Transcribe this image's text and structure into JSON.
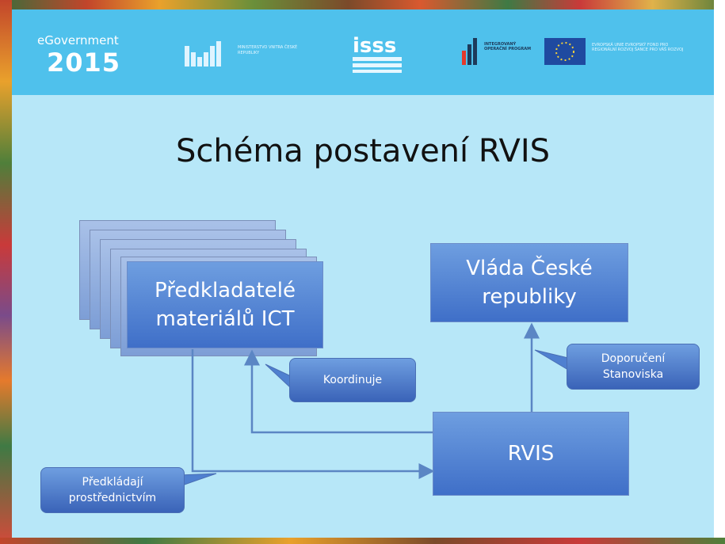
{
  "header": {
    "egov_label": "eGovernment",
    "egov_year": "2015",
    "ministry_text": "MINISTERSTVO VNITRA ČESKÉ REPUBLIKY",
    "isss_text": "ISSS",
    "iop_text": "INTEGROVANÝ OPERAČNÍ PROGRAM",
    "eu_text": "EVROPSKÁ UNIE EVROPSKÝ FOND PRO REGIONÁLNÍ ROZVOJ ŠANCE PRO VÁŠ ROZVOJ"
  },
  "slide": {
    "title": "Schéma postavení RVIS"
  },
  "diagram": {
    "submitters": "Předkladatelé materiálů ICT",
    "government": "Vláda České republiky",
    "rvis": "RVIS",
    "callout_coordinates": "Koordinuje",
    "callout_recommendations": "Doporučení Stanoviska",
    "callout_submit_via": "Předkládají prostřednictvím"
  },
  "colors": {
    "header_bg": "#4fc1ec",
    "slide_bg": "#b7e7f8",
    "box_fill": "#4f80d0",
    "connector": "#5b86c4"
  }
}
